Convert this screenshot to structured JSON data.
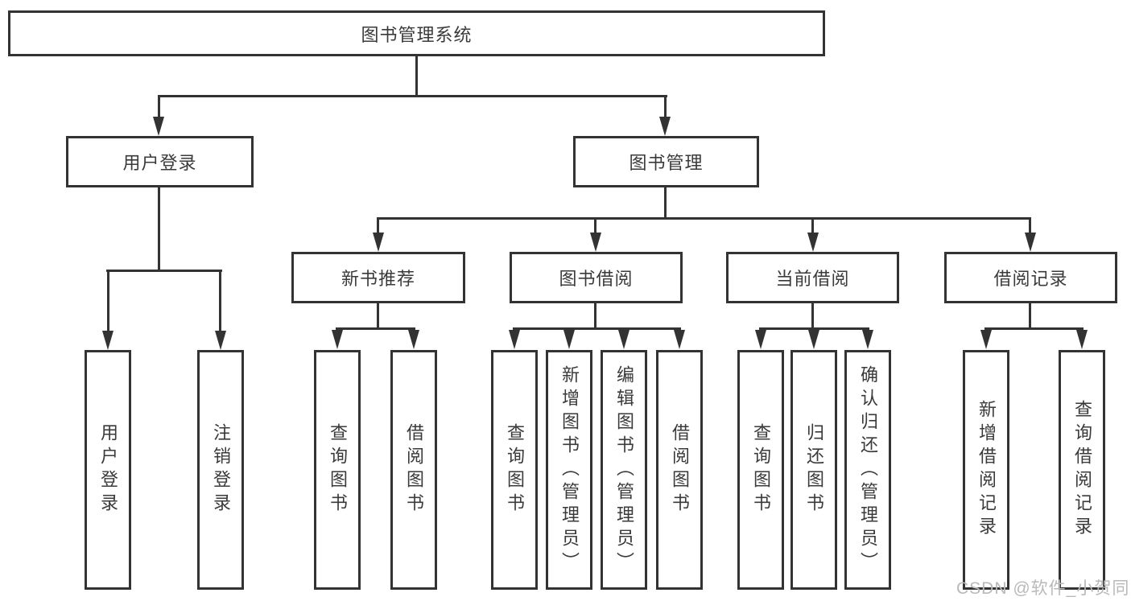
{
  "diagram": {
    "type": "hierarchy-tree",
    "root_key": "root",
    "edges": [
      {
        "parent": "root",
        "children": [
          "login_group",
          "book_mgmt"
        ]
      },
      {
        "parent": "login_group",
        "children": [
          "user_login",
          "logout"
        ]
      },
      {
        "parent": "book_mgmt",
        "children": [
          "new_book_rec",
          "book_borrow",
          "current_borrow",
          "borrow_records"
        ]
      },
      {
        "parent": "new_book_rec",
        "children": [
          "nb_query",
          "nb_borrow"
        ]
      },
      {
        "parent": "book_borrow",
        "children": [
          "bb_query",
          "bb_add",
          "bb_edit",
          "bb_borrow"
        ]
      },
      {
        "parent": "current_borrow",
        "children": [
          "cb_query",
          "cb_return",
          "cb_confirm"
        ]
      },
      {
        "parent": "borrow_records",
        "children": [
          "br_add",
          "br_query"
        ]
      }
    ]
  },
  "nodes": {
    "root": {
      "label": "图书管理系统"
    },
    "login_group": {
      "label": "用户登录"
    },
    "book_mgmt": {
      "label": "图书管理"
    },
    "new_book_rec": {
      "label": "新书推荐"
    },
    "book_borrow": {
      "label": "图书借阅"
    },
    "current_borrow": {
      "label": "当前借阅"
    },
    "borrow_records": {
      "label": "借阅记录"
    },
    "user_login": {
      "label": "用户登录"
    },
    "logout": {
      "label": "注销登录"
    },
    "nb_query": {
      "label": "查询图书"
    },
    "nb_borrow": {
      "label": "借阅图书"
    },
    "bb_query": {
      "label": "查询图书"
    },
    "bb_add": {
      "label": "新增图书（管理员）"
    },
    "bb_edit": {
      "label": "编辑图书（管理员）"
    },
    "bb_borrow": {
      "label": "借阅图书"
    },
    "cb_query": {
      "label": "查询图书"
    },
    "cb_return": {
      "label": "归还图书"
    },
    "cb_confirm": {
      "label": "确认归还（管理员）"
    },
    "br_add": {
      "label": "新增借阅记录"
    },
    "br_query": {
      "label": "查询借阅记录"
    }
  },
  "watermark": {
    "text": "CSDN @软件_小贺同学"
  },
  "colors": {
    "line": "#333333",
    "box_background": "#ffffff",
    "text": "#3a3a3a",
    "watermark": "#b9b9b9",
    "page_background": "#ffffff"
  }
}
